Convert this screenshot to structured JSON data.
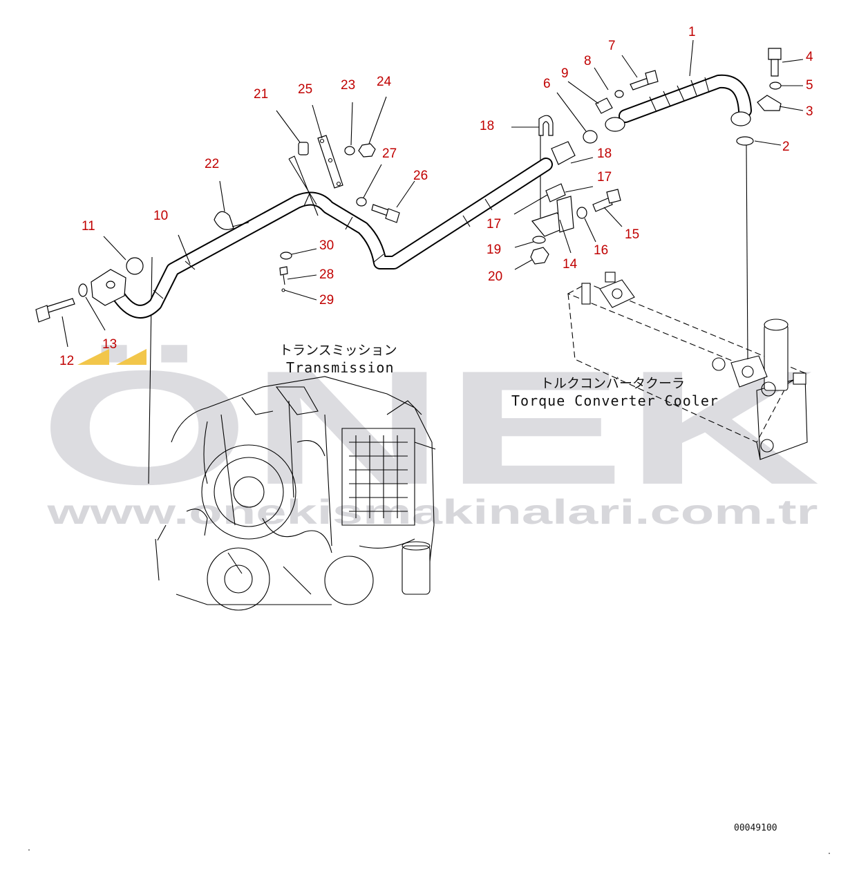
{
  "watermark": {
    "brand": "ÖNEK",
    "url": "www.onekismakinalari.com.tr",
    "accent_color": "#f2c64a"
  },
  "labels": {
    "transmission_jp": "トランスミッション",
    "transmission_en": "Transmission",
    "cooler_jp": "トルクコンバータクーラ",
    "cooler_en": "Torque Converter Cooler"
  },
  "drawing_code": "00049100",
  "callouts": [
    "1",
    "2",
    "3",
    "4",
    "5",
    "6",
    "7",
    "8",
    "9",
    "10",
    "11",
    "12",
    "13",
    "14",
    "15",
    "16",
    "17",
    "17",
    "18",
    "18",
    "19",
    "20",
    "21",
    "22",
    "23",
    "24",
    "25",
    "26",
    "27",
    "28",
    "29",
    "30"
  ],
  "colors": {
    "callout": "#c00000",
    "line": "#000000",
    "watermark": "#dcdce0"
  }
}
